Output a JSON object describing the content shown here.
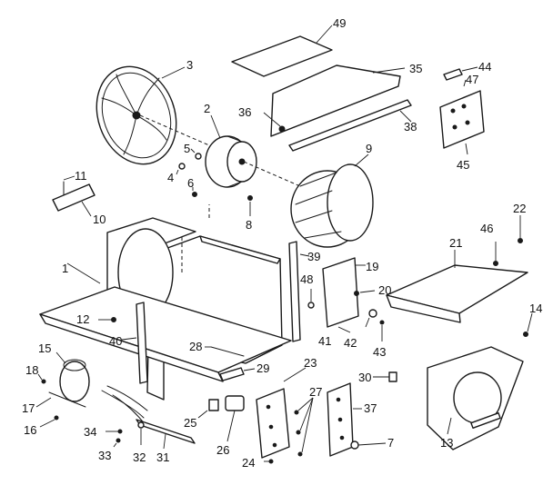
{
  "callouts": [
    "1",
    "2",
    "3",
    "4",
    "5",
    "6",
    "7",
    "8",
    "9",
    "10",
    "11",
    "12",
    "13",
    "14",
    "15",
    "16",
    "17",
    "18",
    "19",
    "20",
    "21",
    "22",
    "23",
    "24",
    "25",
    "26",
    "27",
    "28",
    "29",
    "30",
    "31",
    "32",
    "33",
    "34",
    "35",
    "36",
    "37",
    "38",
    "39",
    "40",
    "41",
    "42",
    "43",
    "44",
    "45",
    "46",
    "47",
    "48",
    "49"
  ],
  "colors": {
    "ink": "#1a1a1a",
    "paper": "#ffffff"
  }
}
